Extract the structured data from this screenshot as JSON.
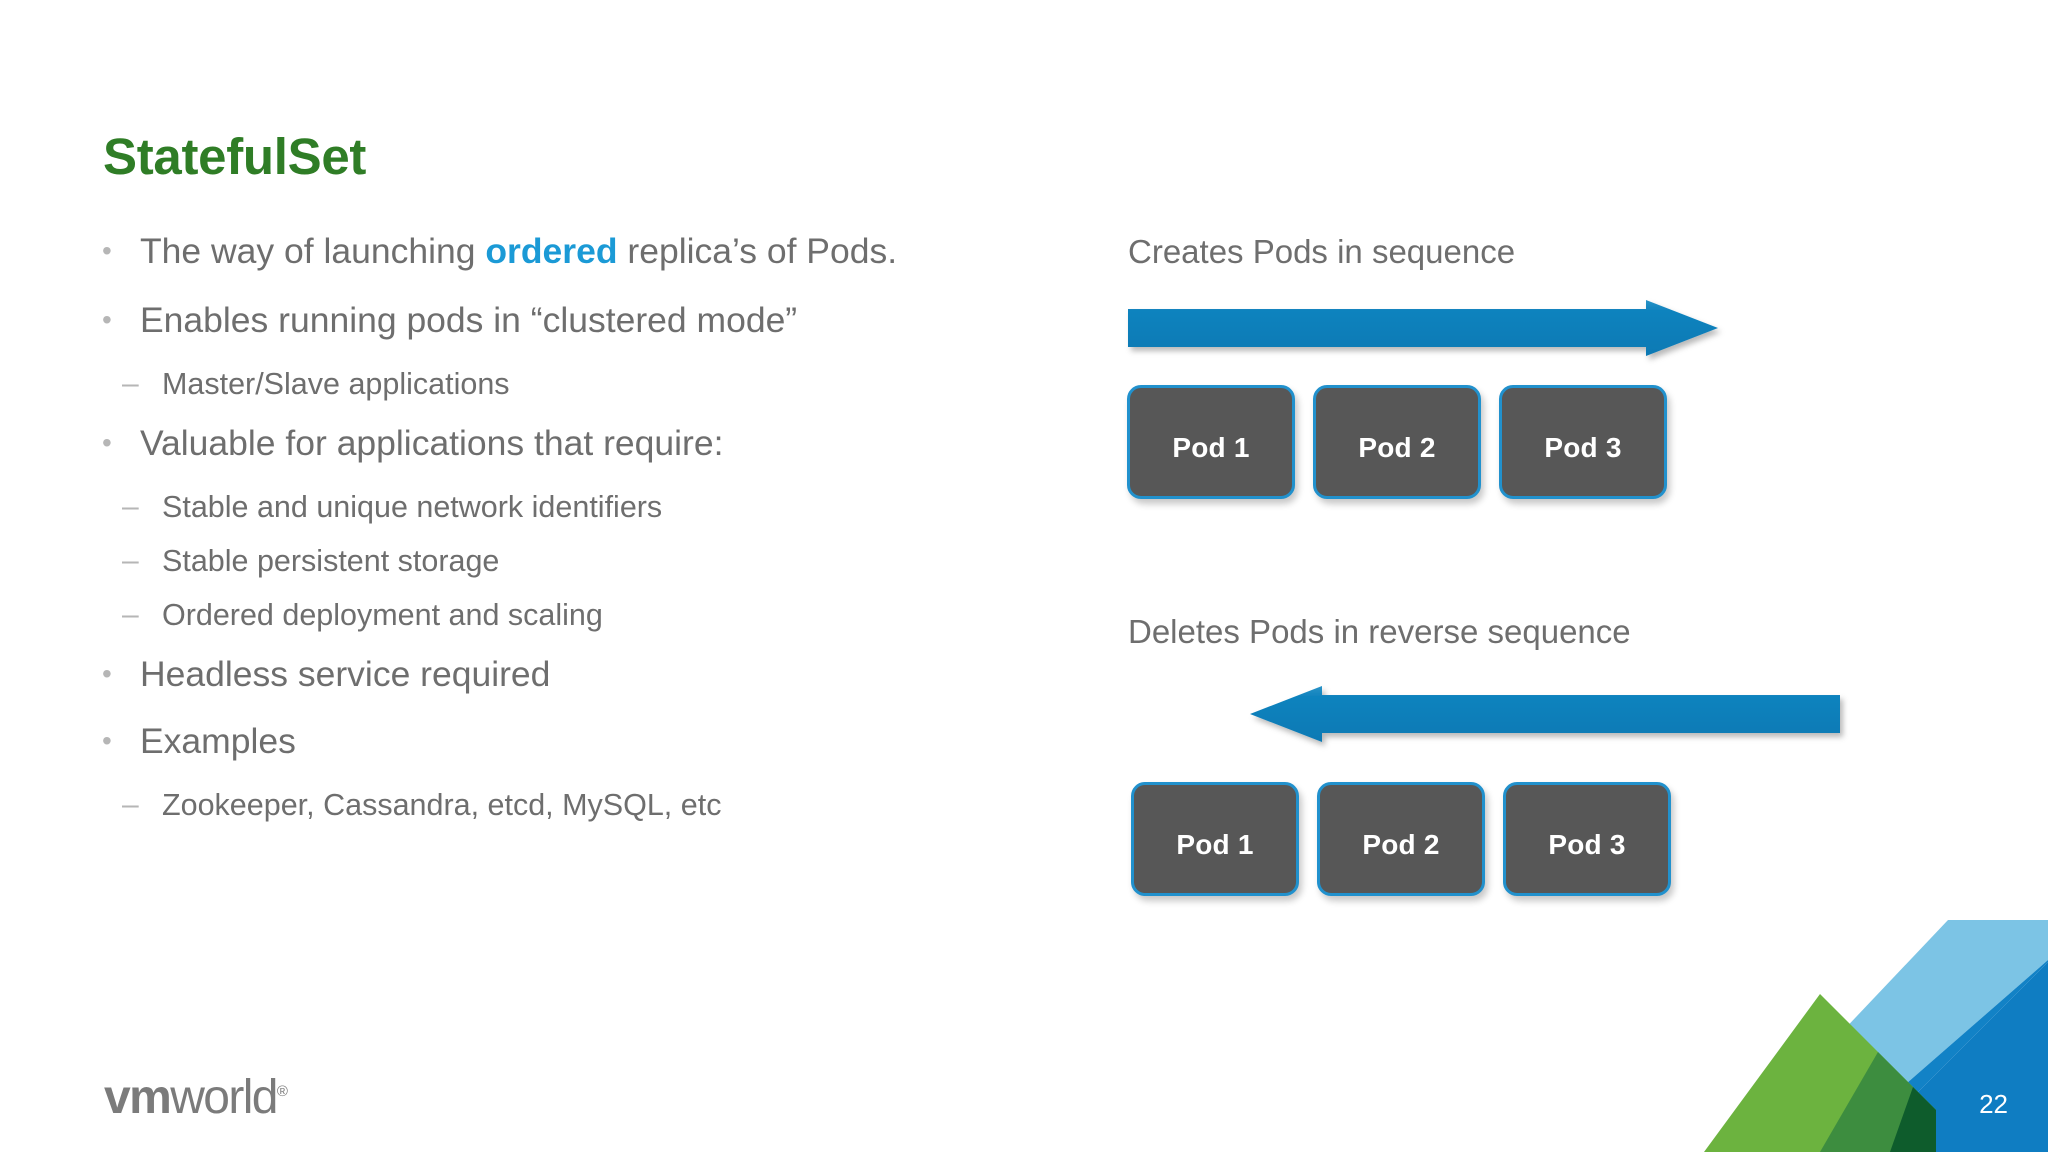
{
  "slide": {
    "title": "StatefulSet",
    "page_number": "22",
    "logo": {
      "bold_part": "vm",
      "light_part": "world",
      "registered_mark": "®"
    }
  },
  "colors": {
    "title_green": "#2f7d26",
    "accent_blue": "#1b9ad6",
    "arrow_blue": "#1183be",
    "pod_fill": "#575757",
    "pod_border": "#2191cd",
    "body_text": "#6e6e6e",
    "bullet_marker": "#b6b6b6",
    "corner_light_blue": "#7cc4e5",
    "corner_dark_blue": "#0f7dc2",
    "corner_light_green": "#6cb martedì",
    "corner_green": "#6cb33f",
    "corner_mid_green": "#3d8d3f",
    "corner_dark_green": "#0e5c2c"
  },
  "bullets": [
    {
      "level": 1,
      "marker": "•",
      "text_before": "The way of launching ",
      "highlight": "ordered",
      "text_after": " replica’s of Pods."
    },
    {
      "level": 1,
      "marker": "•",
      "text": "Enables running pods in “clustered mode”"
    },
    {
      "level": 2,
      "marker": "–",
      "text": "Master/Slave applications"
    },
    {
      "level": 1,
      "marker": "•",
      "text": "Valuable for applications that require:"
    },
    {
      "level": 2,
      "marker": "–",
      "text": "Stable and unique network identifiers"
    },
    {
      "level": 2,
      "marker": "–",
      "text": "Stable persistent storage"
    },
    {
      "level": 2,
      "marker": "–",
      "text": "Ordered deployment and scaling"
    },
    {
      "level": 1,
      "marker": "•",
      "text": "Headless service required"
    },
    {
      "level": 1,
      "marker": "•",
      "text": "Examples"
    },
    {
      "level": 2,
      "marker": "–",
      "text": "Zookeeper, Cassandra, etcd, MySQL, etc"
    }
  ],
  "diagram": {
    "create": {
      "label": "Creates Pods in sequence",
      "arrow_direction": "right",
      "pods": [
        {
          "label": "Pod 1"
        },
        {
          "label": "Pod 2"
        },
        {
          "label": "Pod 3"
        }
      ]
    },
    "delete": {
      "label": "Deletes Pods in reverse sequence",
      "arrow_direction": "left",
      "pods": [
        {
          "label": "Pod 1"
        },
        {
          "label": "Pod 2"
        },
        {
          "label": "Pod 3"
        }
      ]
    }
  }
}
